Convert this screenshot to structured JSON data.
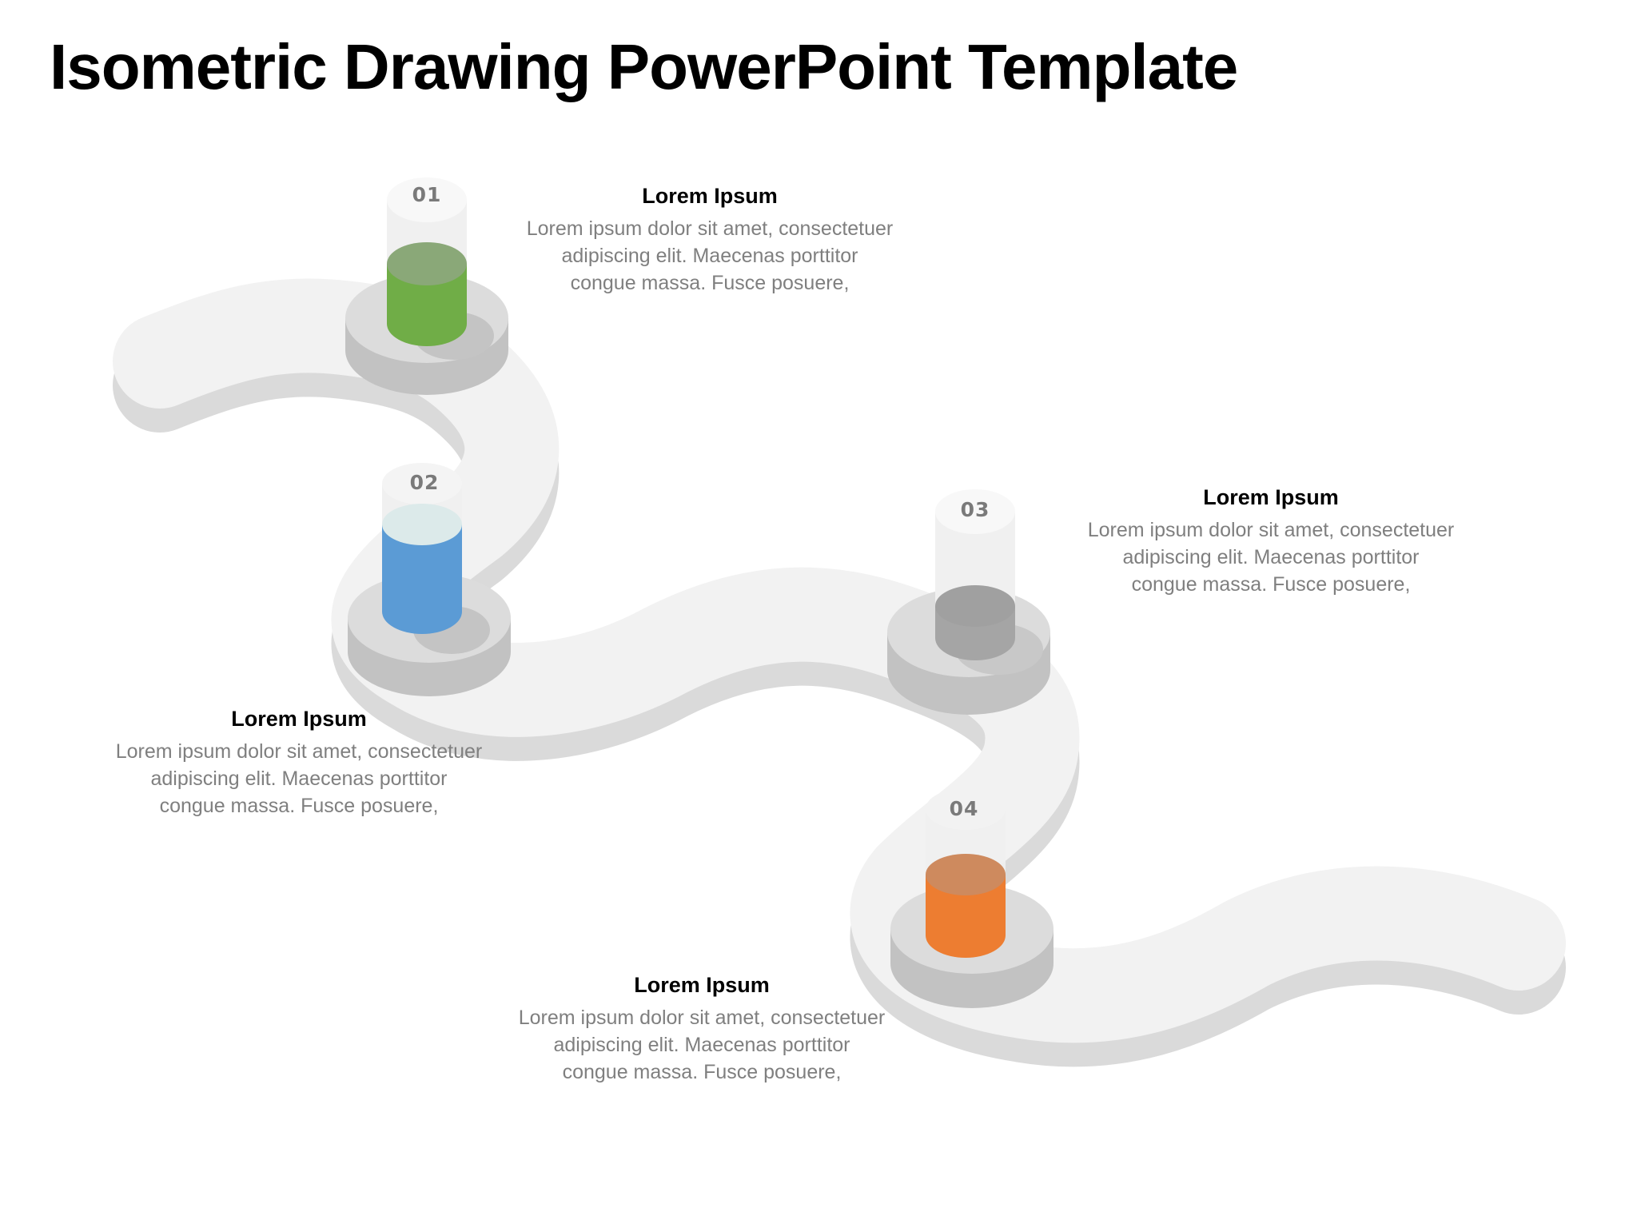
{
  "slide": {
    "title": "Isometric Drawing PowerPoint Template"
  },
  "steps": [
    {
      "number": "01",
      "color": "#70AD47",
      "cap_color": "#8AA878",
      "heading": "Lorem Ipsum",
      "body_lines": [
        "Lorem ipsum dolor sit amet, consectetuer",
        "adipiscing elit. Maecenas porttitor",
        "congue massa. Fusce posuere,"
      ]
    },
    {
      "number": "02",
      "color": "#5B9BD5",
      "cap_color": "#DCEAEA",
      "heading": "Lorem Ipsum",
      "body_lines": [
        "Lorem ipsum dolor sit amet, consectetuer",
        "adipiscing elit. Maecenas porttitor",
        "congue massa. Fusce posuere,"
      ]
    },
    {
      "number": "03",
      "color": "#A5A5A5",
      "cap_color": "#A0A0A0",
      "heading": "Lorem Ipsum",
      "body_lines": [
        "Lorem ipsum dolor sit amet, consectetuer",
        "adipiscing elit. Maecenas porttitor",
        "congue massa. Fusce posuere,"
      ]
    },
    {
      "number": "04",
      "color": "#ED7D31",
      "cap_color": "#CE8A5E",
      "heading": "Lorem Ipsum",
      "body_lines": [
        "Lorem ipsum dolor sit amet, consectetuer",
        "adipiscing elit. Maecenas porttitor",
        "congue massa. Fusce posuere,"
      ]
    }
  ],
  "palette": {
    "path_top": "#F2F2F2",
    "path_side": "#DADADA",
    "disc_top": "#DCDCDC",
    "disc_side": "#C2C2C2",
    "ghost_pillar": "#F0F0F0"
  }
}
